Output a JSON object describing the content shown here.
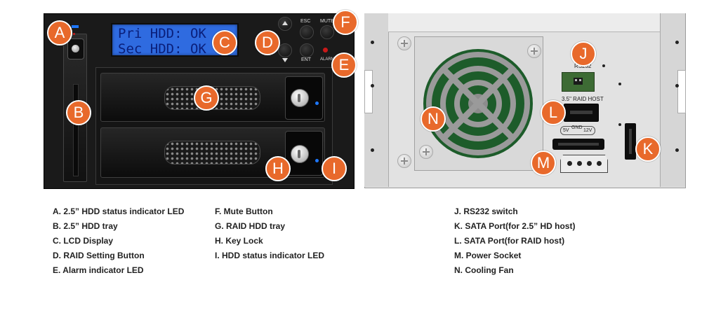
{
  "callouts": {
    "a": "A",
    "b": "B",
    "c": "C",
    "d": "D",
    "e": "E",
    "f": "F",
    "g": "G",
    "h": "H",
    "i": "I",
    "j": "J",
    "k": "K",
    "l": "L",
    "m": "M",
    "n": "N"
  },
  "lcd": {
    "line1": "Pri HDD: OK",
    "line2": "Sec HDD: OK"
  },
  "front_buttons": {
    "esc": "ESC",
    "mute": "MUTE",
    "ent": "ENT",
    "alarm": "ALARM"
  },
  "rear_labels": {
    "rs232": "RS232",
    "raid_host": "3.5\" RAID HOST",
    "v5": "5V",
    "gnd": "GND",
    "v12": "12V"
  },
  "legend": {
    "col1": [
      "A. 2.5” HDD status indicator LED",
      "B. 2.5” HDD tray",
      "C. LCD Display",
      "D. RAID Setting Button",
      "E. Alarm indicator LED"
    ],
    "col2": [
      "F. Mute Button",
      "G. RAID HDD tray",
      "H. Key Lock",
      "I.  HDD status indicator LED"
    ],
    "col3": [
      "J. RS232 switch",
      "K. SATA Port(for 2.5” HD host)",
      "L. SATA Port(for RAID host)",
      "M. Power Socket",
      "N. Cooling Fan"
    ]
  },
  "colors": {
    "callout": "#e8692b",
    "lcd_background": "#2f6be0",
    "front_panel": "#1b1b1b",
    "rear_panel": "#e4e4e4",
    "fan_grille": "#1d5c2a",
    "led_blue": "#1e78ff",
    "led_red": "#d21f1f"
  }
}
